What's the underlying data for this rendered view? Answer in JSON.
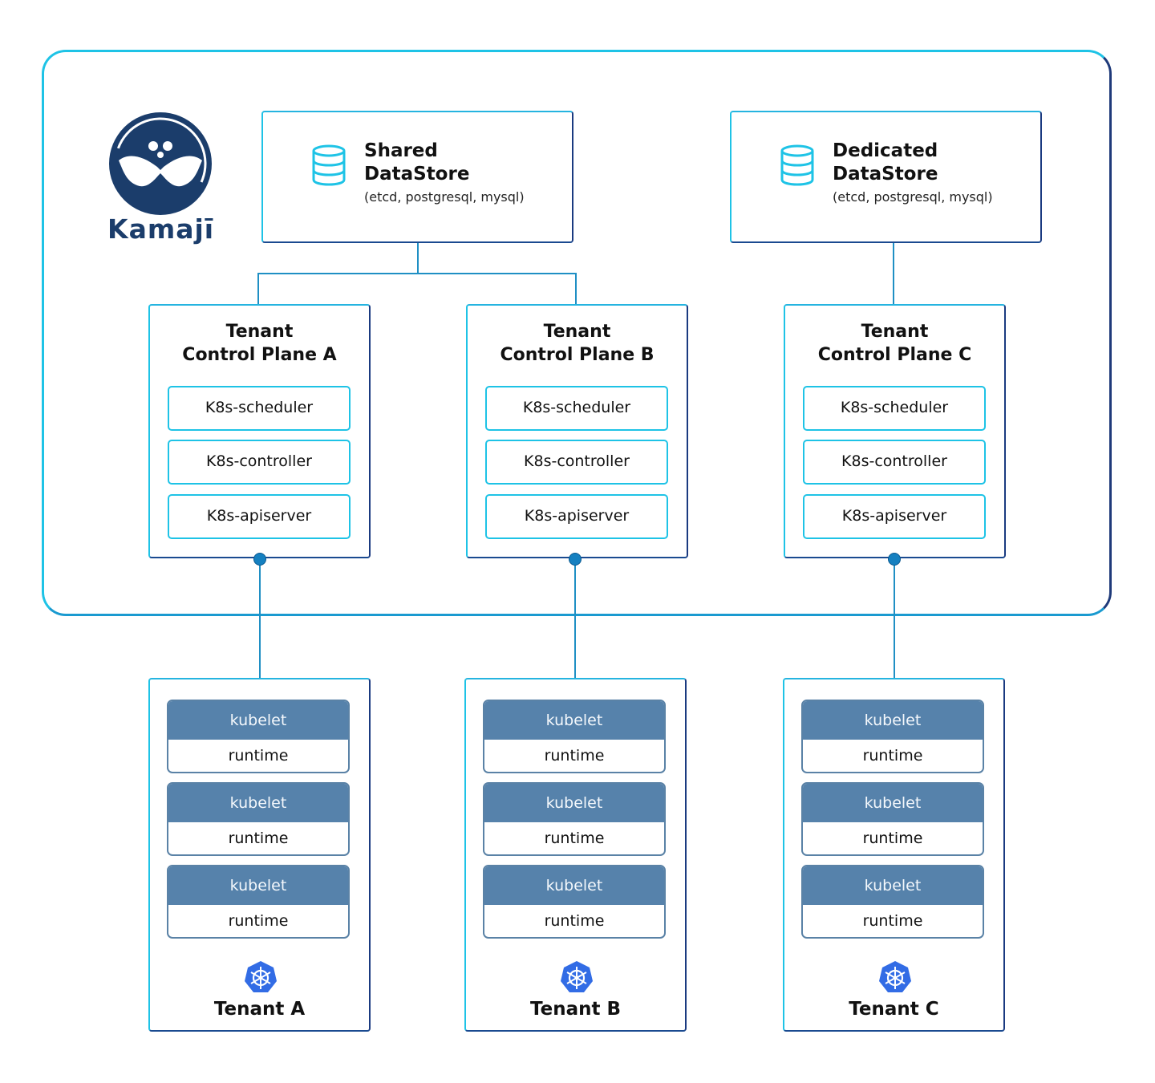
{
  "logo": {
    "name": "Kamajī",
    "icon": "kamaji-mustache-icon"
  },
  "datastores": [
    {
      "title_line1": "Shared",
      "title_line2": "DataStore",
      "subtitle": "(etcd, postgresql, mysql)"
    },
    {
      "title_line1": "Dedicated",
      "title_line2": "DataStore",
      "subtitle": "(etcd, postgresql, mysql)"
    }
  ],
  "control_planes": [
    {
      "title_line1": "Tenant",
      "title_line2": "Control Plane A",
      "components": [
        "K8s-scheduler",
        "K8s-controller",
        "K8s-apiserver"
      ]
    },
    {
      "title_line1": "Tenant",
      "title_line2": "Control Plane B",
      "components": [
        "K8s-scheduler",
        "K8s-controller",
        "K8s-apiserver"
      ]
    },
    {
      "title_line1": "Tenant",
      "title_line2": "Control Plane C",
      "components": [
        "K8s-scheduler",
        "K8s-controller",
        "K8s-apiserver"
      ]
    }
  ],
  "tenants": [
    {
      "label": "Tenant A",
      "nodes": [
        {
          "top": "kubelet",
          "bottom": "runtime"
        },
        {
          "top": "kubelet",
          "bottom": "runtime"
        },
        {
          "top": "kubelet",
          "bottom": "runtime"
        }
      ]
    },
    {
      "label": "Tenant B",
      "nodes": [
        {
          "top": "kubelet",
          "bottom": "runtime"
        },
        {
          "top": "kubelet",
          "bottom": "runtime"
        },
        {
          "top": "kubelet",
          "bottom": "runtime"
        }
      ]
    },
    {
      "label": "Tenant C",
      "nodes": [
        {
          "top": "kubelet",
          "bottom": "runtime"
        },
        {
          "top": "kubelet",
          "bottom": "runtime"
        },
        {
          "top": "kubelet",
          "bottom": "runtime"
        }
      ]
    }
  ],
  "colors": {
    "accent_cyan": "#1ec3e6",
    "accent_navy": "#1a3a80",
    "kubelet_bg": "#5682ab",
    "k8s_blue": "#326ce5"
  }
}
